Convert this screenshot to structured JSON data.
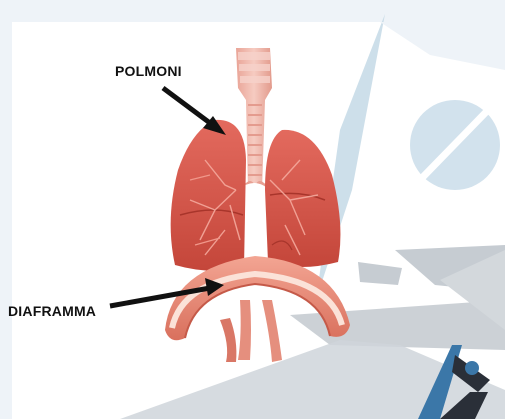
{
  "labels": {
    "lungs": "POLMONI",
    "diaphragm": "DIAFRAMMA"
  },
  "colors": {
    "background": "#eef3f8",
    "panel": "#ffffff",
    "accent_blue": "#bcd4e3",
    "accent_grey": "#c9d0d6",
    "lung": "#dc5a4e",
    "lung_dark": "#b8392f",
    "trachea": "#f1b9ad",
    "diaphragm": "#e98a78",
    "arrow": "#111111"
  },
  "icons": {
    "logo": "blue-grey-monogram-logo"
  }
}
